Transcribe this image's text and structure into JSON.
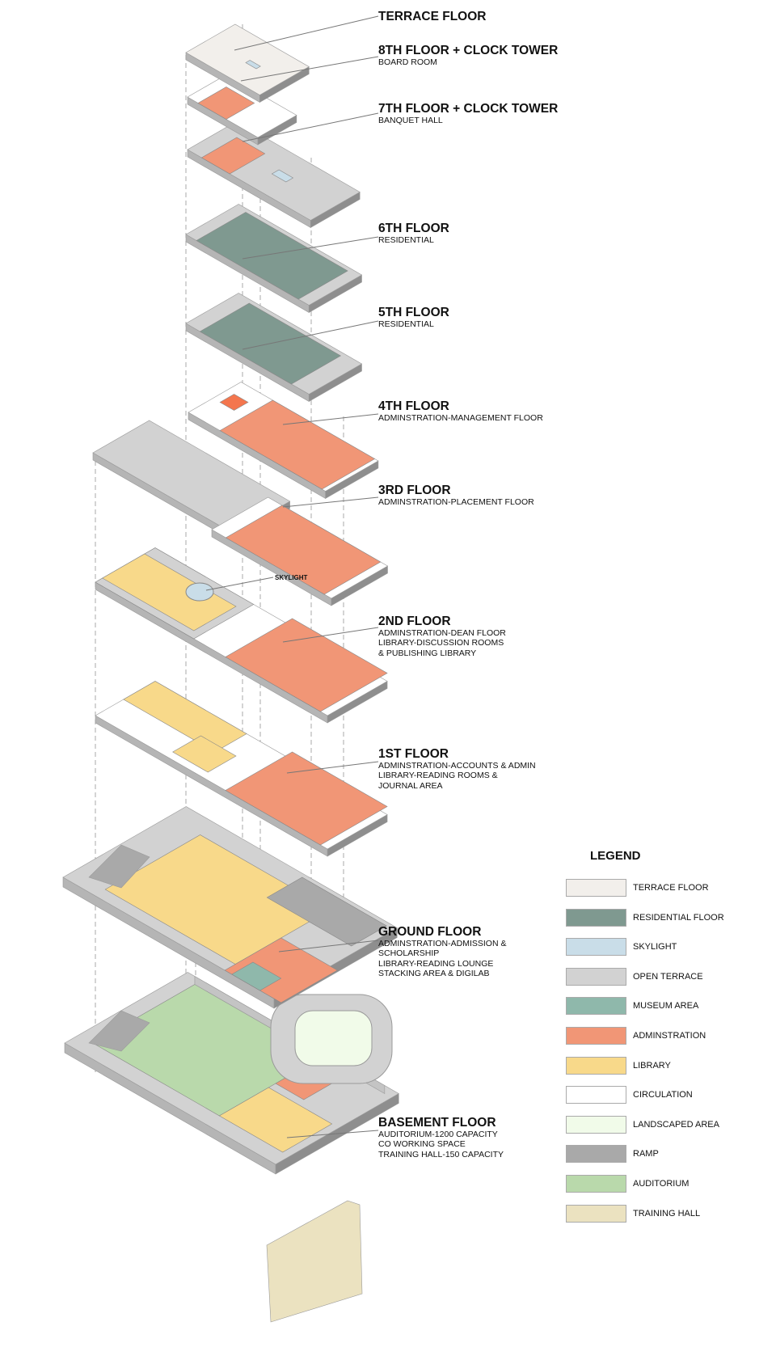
{
  "floors": [
    {
      "id": "terrace",
      "title": "TERRACE FLOOR",
      "lines": []
    },
    {
      "id": "f8",
      "title": "8TH FLOOR + CLOCK TOWER",
      "lines": [
        "BOARD ROOM"
      ]
    },
    {
      "id": "f7",
      "title": "7TH FLOOR + CLOCK TOWER",
      "lines": [
        "BANQUET HALL"
      ]
    },
    {
      "id": "f6",
      "title": "6TH FLOOR",
      "lines": [
        "RESIDENTIAL"
      ]
    },
    {
      "id": "f5",
      "title": "5TH FLOOR",
      "lines": [
        "RESIDENTIAL"
      ]
    },
    {
      "id": "f4",
      "title": "4TH FLOOR",
      "lines": [
        "ADMINSTRATION-MANAGEMENT FLOOR"
      ]
    },
    {
      "id": "f3",
      "title": "3RD FLOOR",
      "lines": [
        "ADMINSTRATION-PLACEMENT FLOOR"
      ]
    },
    {
      "id": "f2",
      "title": "2ND FLOOR",
      "lines": [
        "ADMINSTRATION-DEAN FLOOR",
        "LIBRARY-DISCUSSION ROOMS",
        "& PUBLISHING LIBRARY"
      ]
    },
    {
      "id": "f1",
      "title": "1ST FLOOR",
      "lines": [
        "ADMINSTRATION-ACCOUNTS & ADMIN",
        "LIBRARY-READING ROOMS &",
        "JOURNAL AREA"
      ]
    },
    {
      "id": "ground",
      "title": "GROUND FLOOR",
      "lines": [
        "ADMINSTRATION-ADMISSION &",
        "SCHOLARSHIP",
        "LIBRARY-READING LOUNGE",
        "STACKING AREA & DIGILAB"
      ]
    },
    {
      "id": "basement",
      "title": "BASEMENT FLOOR",
      "lines": [
        "AUDITORIUM-1200 CAPACITY",
        "CO WORKING SPACE",
        "TRAINING HALL-150 CAPACITY"
      ]
    }
  ],
  "skylight_label": "SKYLIGHT",
  "legend": {
    "title": "LEGEND",
    "items": [
      {
        "label": "TERRACE FLOOR",
        "color": "#f2efeb"
      },
      {
        "label": "RESIDENTIAL FLOOR",
        "color": "#7f9990"
      },
      {
        "label": "SKYLIGHT",
        "color": "#c9dde8"
      },
      {
        "label": "OPEN TERRACE",
        "color": "#d2d2d2"
      },
      {
        "label": "MUSEUM AREA",
        "color": "#8fb8ab"
      },
      {
        "label": "ADMINSTRATION",
        "color": "#f19676"
      },
      {
        "label": "LIBRARY",
        "color": "#f8d98a"
      },
      {
        "label": "CIRCULATION",
        "color": "#ffffff"
      },
      {
        "label": "LANDSCAPED AREA",
        "color": "#f1fbe9"
      },
      {
        "label": "RAMP",
        "color": "#a9a9a9"
      },
      {
        "label": "AUDITORIUM",
        "color": "#b9d9ab"
      },
      {
        "label": "TRAINING HALL",
        "color": "#ebe2c0"
      }
    ]
  }
}
